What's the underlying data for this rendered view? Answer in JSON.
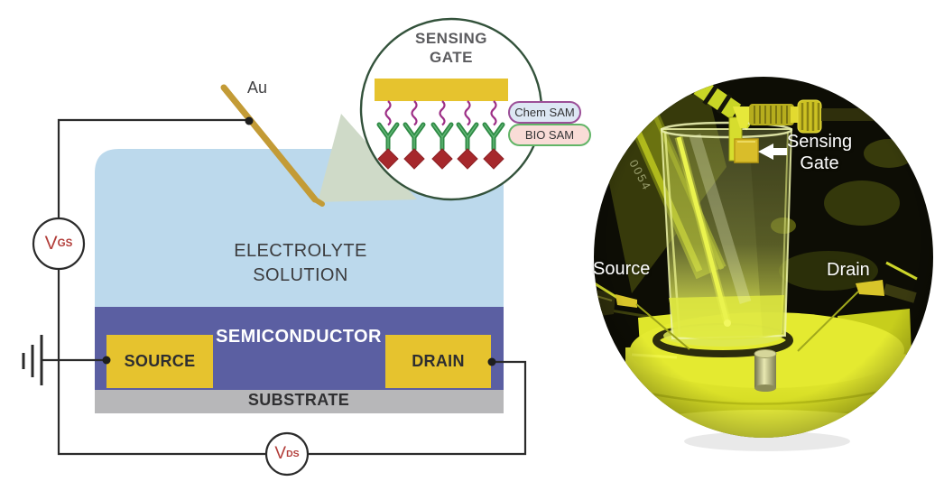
{
  "figure": {
    "magnifier": {
      "title_line1": "SENSING",
      "title_line2": "GATE",
      "chem_sam": "Chem SAM",
      "bio_sam": "BIO SAM"
    },
    "schematic": {
      "gate_material": "Au",
      "electrolyte_line1": "ELECTROLYTE",
      "electrolyte_line2": "SOLUTION",
      "semiconductor": "SEMICONDUCTOR",
      "substrate": "SUBSTRATE",
      "source": "SOURCE",
      "drain": "DRAIN",
      "vgs_base": "V",
      "vgs_sub": "GS",
      "vds_base": "V",
      "vds_sub": "DS"
    },
    "photo": {
      "sensing_gate_line1": "Sensing",
      "sensing_gate_line2": "Gate",
      "source": "Source",
      "drain": "Drain",
      "glass_etching": "0054"
    }
  },
  "colors": {
    "electrolyte_blue": "#bcd9ec",
    "semiconductor_purple": "#5b5fa2",
    "metal_gold": "#e6c32e",
    "substrate_gray": "#b7b7b9",
    "wire_black": "#2b2b2b",
    "voltage_red": "#b23d39",
    "magnifier_border_green": "#33523b",
    "cone_sage": "#cfdac8",
    "chem_sam_border": "#9b4f98",
    "chem_sam_bg": "#dde7f4",
    "bio_sam_border": "#62b567",
    "bio_sam_bg": "#f9dcd7",
    "antibody_green": "#2f8a45",
    "sam_chain_purple": "#9d2f86",
    "analyte_red": "#a6282c",
    "photo_yellow": "#e8ee34"
  }
}
